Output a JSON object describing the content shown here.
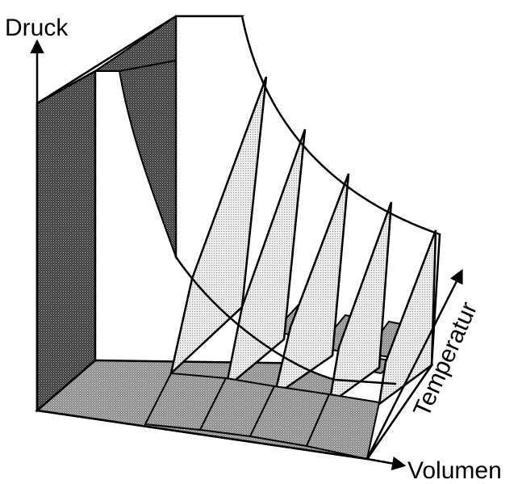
{
  "diagram": {
    "labels": {
      "pressure": "Druck",
      "volume": "Volumen",
      "temperature": "Temperatur"
    }
  }
}
